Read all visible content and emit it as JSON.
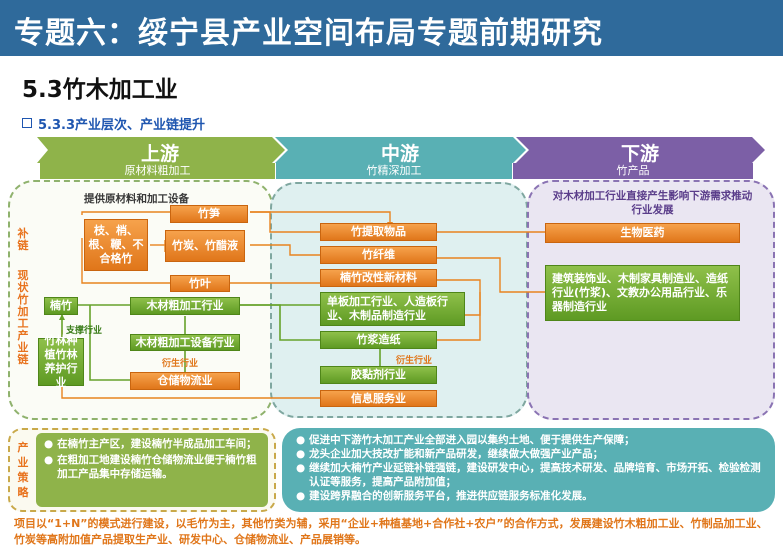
{
  "header": {
    "title": "专题六：绥宁县产业空间布局专题前期研究"
  },
  "section_title": "5.3竹木加工业",
  "sub_title": "5.3.3产业层次、产业链提升",
  "stages": [
    {
      "label": "上游",
      "sub": "原材料粗加工"
    },
    {
      "label": "中游",
      "sub": "竹精深加工"
    },
    {
      "label": "下游",
      "sub": "竹产品"
    }
  ],
  "upstream": {
    "top_note": "提供原材料和加工设备",
    "supplement_label": "补链",
    "current_label": "现状竹加工产业链",
    "boxes": {
      "bamboo_shoot": "竹笋",
      "branches": "枝、梢、根、鞭、不合格竹",
      "charcoal": "竹炭、竹醋液",
      "leaf": "竹叶",
      "nanzhu": "楠竹",
      "rough": "木材粗加工行业",
      "equipment": "木材粗加工设备行业",
      "planting": "竹林种植竹林养护行业",
      "storage": "仓储物流业"
    },
    "support_label": "支撑行业",
    "derived_label": "衍生行业"
  },
  "midstream": {
    "boxes": {
      "extract": "竹提取物品",
      "fiber": "竹纤维",
      "modified": "楠竹改性新材料",
      "board": "单板加工行业、人造板行业、木制品制造行业",
      "pulp": "竹浆造纸",
      "glue": "胶黏剂行业",
      "info": "信息服务业"
    },
    "derived_label": "衍生行业"
  },
  "downstream": {
    "note": "对木材加工行业直接产生影响下游需求推动行业发展",
    "boxes": {
      "bio": "生物医药",
      "decor": "建筑装饰业、木制家具制造业、造纸行业(竹浆)、文教办公用品行业、乐器制造行业"
    }
  },
  "strategy": {
    "label": "产业策略",
    "left": [
      "在楠竹主产区，建设楠竹半成品加工车间；",
      "在粗加工地建设楠竹仓储物流业便于楠竹粗加工产品集中存储运输。"
    ],
    "right": [
      "促进中下游竹木加工产业全部进入园以集约土地、便于提供生产保障；",
      "龙头企业加大技改扩能和新产品研发，继续做大做强产业产品；",
      "继续加大楠竹产业延链补链强链，建设研发中心，提高技术研发、品牌培育、市场开拓、检验检测认证等服务，提高产品附加值；",
      "建设跨界融合的创新服务平台，推进供应链服务标准化发展。"
    ]
  },
  "footer": "项目以“1+N”的模式进行建设，以毛竹为主，其他竹类为辅，采用“企业+种植基地+合作社+农户”的合作方式，发展建设竹木粗加工业、竹制品加工业、竹炭等高附加值产品提取生产业、研发中心、仓储物流业、产品展销等。",
  "colors": {
    "header": "#2f6a9b",
    "upstream": "#8fb34a",
    "midstream": "#59b0b4",
    "downstream": "#7c5fa6",
    "orange": "#e8831f",
    "green": "#66a22b"
  }
}
